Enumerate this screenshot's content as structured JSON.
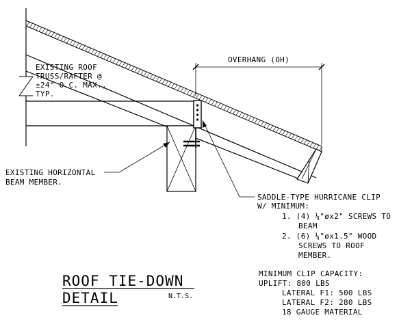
{
  "labels": {
    "rafter": [
      "EXISTING ROOF",
      "TRUSS/RAFTER @",
      "±24\" O.C. MAX.,",
      "TYP."
    ],
    "beam": [
      "EXISTING HORIZONTAL",
      "BEAM MEMBER."
    ],
    "overhang": "OVERHANG (OH)",
    "clip": [
      "SADDLE-TYPE HURRICANE CLIP",
      "W/ MINIMUM:",
      "1.  (4) ¼\"øx2\" SCREWS TO",
      "BEAM",
      "2.  (6) ¼\"øx1.5\" WOOD",
      "SCREWS TO ROOF",
      "MEMBER."
    ],
    "capacity": [
      "MINIMUM CLIP CAPACITY:",
      "UPLIFT:        800 LBS",
      "LATERAL F1:   500 LBS",
      "LATERAL F2:   280 LBS",
      "18 GAUGE MATERIAL"
    ]
  },
  "title": {
    "line1": "ROOF TIE-DOWN",
    "line2": "DETAIL",
    "scale": "N.T.S."
  }
}
